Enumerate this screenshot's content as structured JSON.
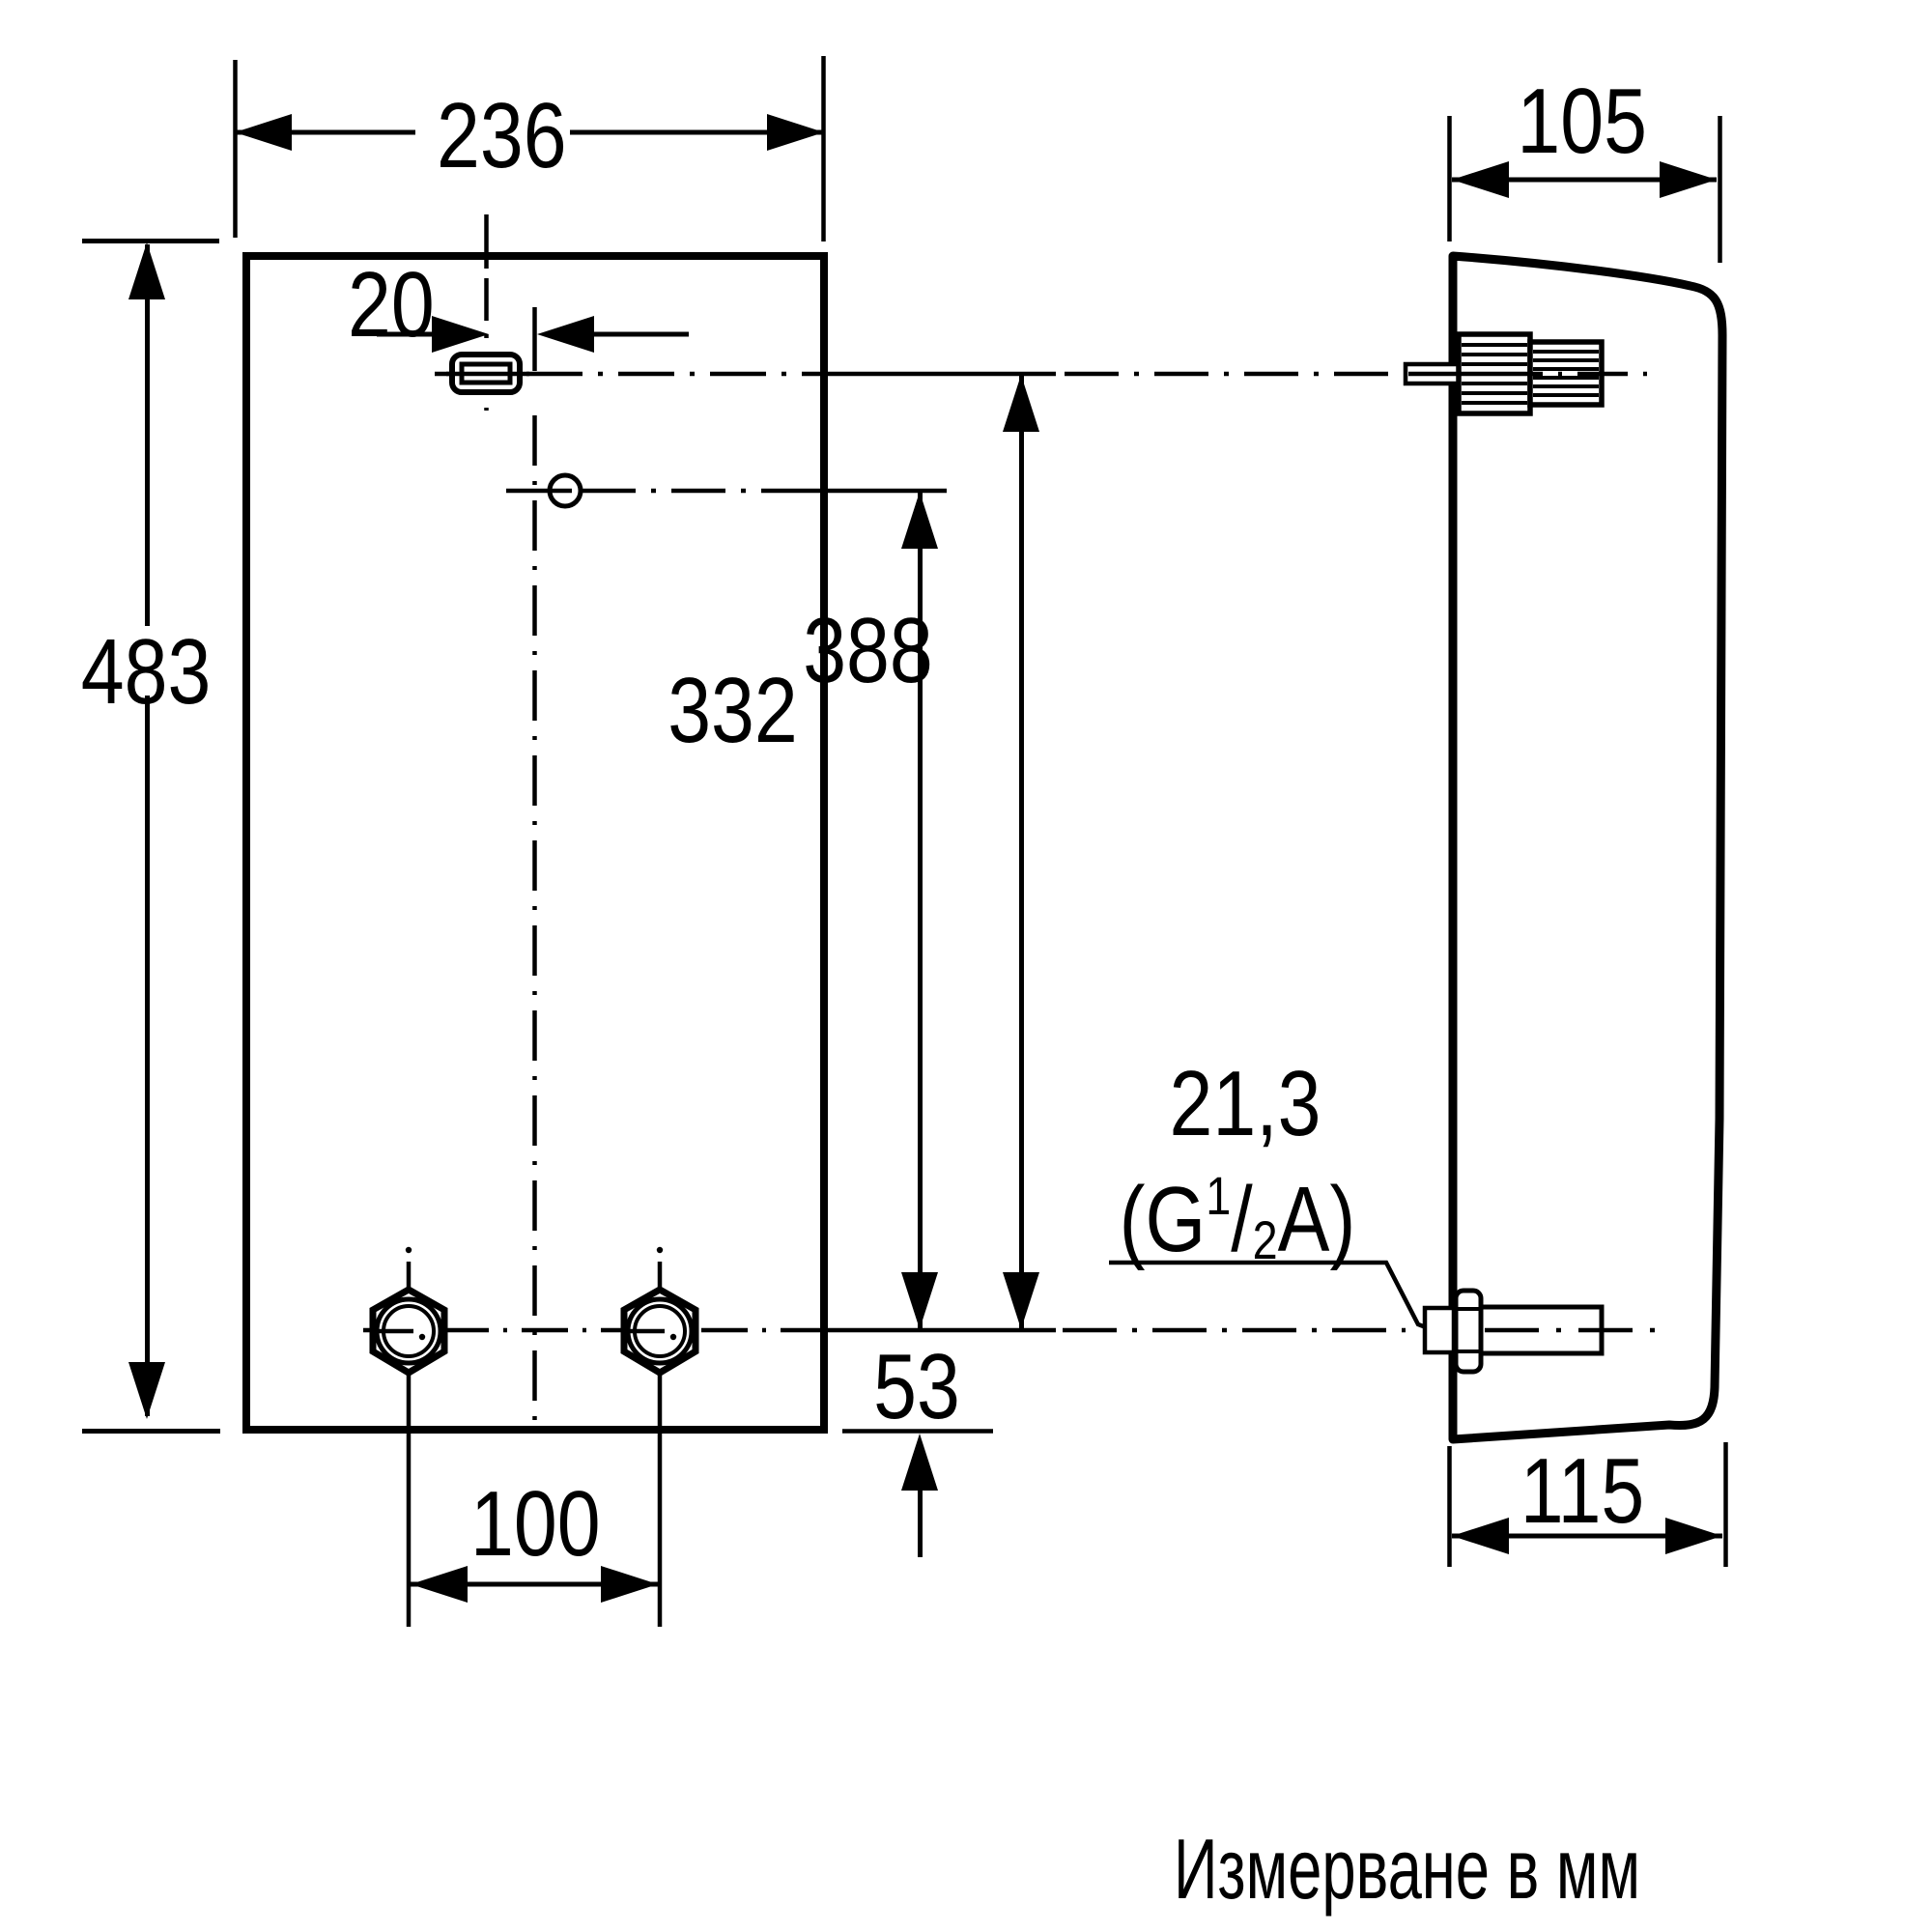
{
  "caption": "Измерване в мм",
  "front_view": {
    "width": "236",
    "height": "483",
    "keyhole_offset": "20",
    "upper_port_height": "388",
    "mounting_hole_height": "332",
    "connection_bottom_offset": "53",
    "connection_spacing": "100"
  },
  "side_view": {
    "depth_top": "105",
    "depth_bottom": "115",
    "pipe_diameter": "21,3",
    "thread": {
      "pre": "(G",
      "sup": "1",
      "slash": "/",
      "sub": "2",
      "post": "A)"
    }
  },
  "colors": {
    "line": "#000000",
    "background": "#ffffff"
  }
}
